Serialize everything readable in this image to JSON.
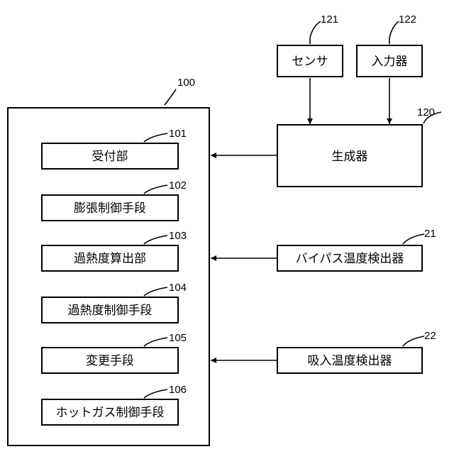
{
  "controller": {
    "ref": "100"
  },
  "sub_blocks": [
    {
      "ref": "101",
      "label": "受付部"
    },
    {
      "ref": "102",
      "label": "膨張制御手段"
    },
    {
      "ref": "103",
      "label": "過熱度算出部"
    },
    {
      "ref": "104",
      "label": "過熱度制御手段"
    },
    {
      "ref": "105",
      "label": "変更手段"
    },
    {
      "ref": "106",
      "label": "ホットガス制御手段"
    }
  ],
  "sensor": {
    "ref": "121",
    "label": "センサ"
  },
  "input_device": {
    "ref": "122",
    "label": "入力器"
  },
  "generator": {
    "ref": "120",
    "label": "生成器"
  },
  "bypass_detector": {
    "ref": "21",
    "label": "バイパス温度検出器"
  },
  "suction_detector": {
    "ref": "22",
    "label": "吸入温度検出器"
  },
  "colors": {
    "line": "#000000",
    "background": "#ffffff"
  }
}
